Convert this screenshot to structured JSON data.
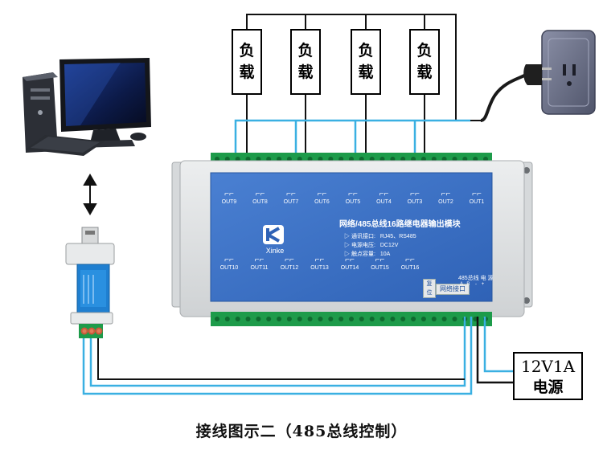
{
  "loads": [
    {
      "line1": "负",
      "line2": "载"
    },
    {
      "line1": "负",
      "line2": "载"
    },
    {
      "line1": "负",
      "line2": "载"
    },
    {
      "line1": "负",
      "line2": "载"
    }
  ],
  "module": {
    "title": "网络/485总线16路继电器输出模块",
    "brand": "Xinke",
    "specs": [
      {
        "label": "通讯接口:",
        "value": "RJ45、RS485"
      },
      {
        "label": "电源电压:",
        "value": "DC12V"
      },
      {
        "label": "触点容量:",
        "value": "10A"
      }
    ],
    "top_outputs": [
      "OUT9",
      "OUT8",
      "OUT7",
      "OUT6",
      "OUT5",
      "OUT4",
      "OUT3",
      "OUT2",
      "OUT1"
    ],
    "bottom_outputs": [
      "OUT10",
      "OUT11",
      "OUT12",
      "OUT13",
      "OUT14",
      "OUT15",
      "OUT16"
    ],
    "reset_label_1": "复",
    "reset_label_2": "位",
    "network_port_label": "网络接口",
    "power_label": "485总线 电 源",
    "terminal_labels": [
      "A",
      "B",
      "-",
      "+"
    ]
  },
  "power_supply": {
    "line1": "12V1A",
    "line2": "电源"
  },
  "caption": "接线图示二（485总线控制）",
  "colors": {
    "wire_blue": "#3ab0e2",
    "wire_black": "#111111",
    "module_case": "#e3e5e6",
    "panel_blue": "#3b70c4",
    "terminal_green": "#1d9b4a",
    "adapter_blue": "#1f7fd0"
  }
}
